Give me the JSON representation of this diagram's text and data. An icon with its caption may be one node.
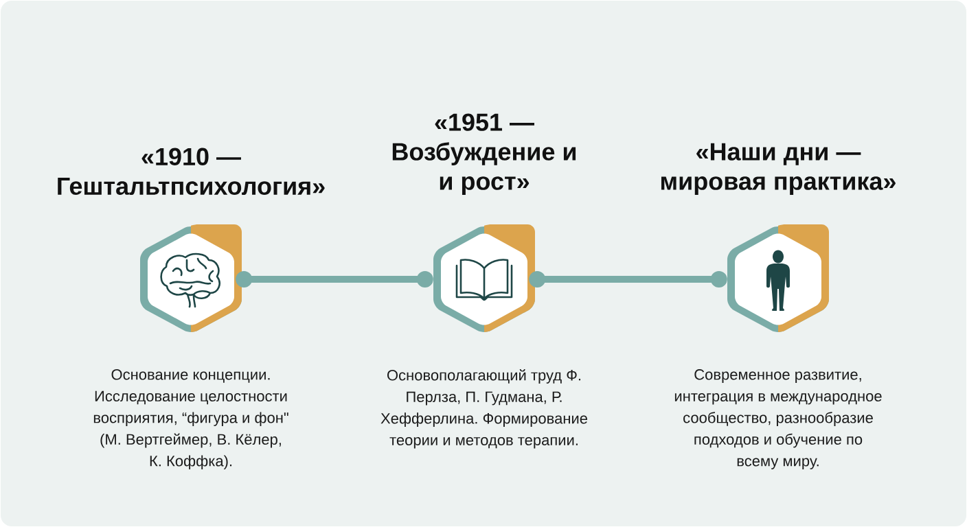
{
  "diagram": {
    "nodes": [
      {
        "text": [
          "«1910 — Гештальтпсихология»"
        ],
        "beside": [
          "Основание концепции. Исследование целостности восприятия, “фигура и фон\" (М. Вертгеймер, В. Кёлер, К. Коффка)."
        ]
      },
      {
        "text": [
          "«1951 — Возбуждение и и рост»"
        ],
        "beside": [
          "Основополагающий труд Ф. Перлза, П. Гудмана, Р. Хефферлина. Формирование теории и методов терапии."
        ]
      },
      {
        "text": [
          "«Наши дни — мировая практика»"
        ],
        "beside": [
          "Современное развитие, интеграция в международное сообщество, разнообразие подходов и обучение по всему миру."
        ]
      }
    ],
    "edges": [
      {
        "from": 0,
        "to": 1,
        "arrow": "other"
      },
      {
        "from": 1,
        "to": 2,
        "arrow": "other"
      }
    ]
  }
}
